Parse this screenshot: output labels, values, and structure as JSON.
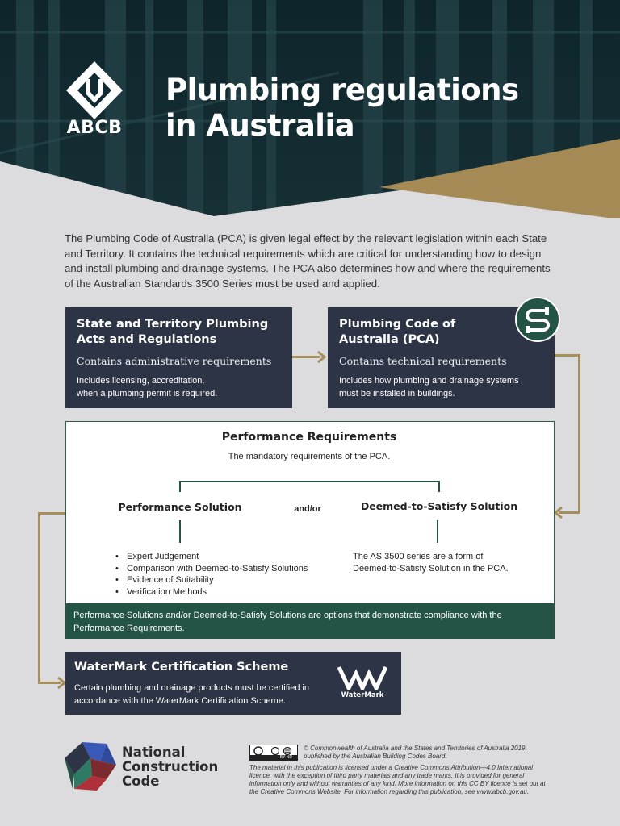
{
  "header": {
    "title_line1": "Plumbing regulations",
    "title_line2": "in Australia",
    "logo_text": "ABCB"
  },
  "intro": "The Plumbing Code of Australia (PCA) is given legal effect by the relevant legislation within each State and Territory. It contains the technical requirements which are critical for understanding how to design and install plumbing and drainage systems. The PCA also determines how and where the requirements of the Australian Standards 3500 Series must be used and applied.",
  "state_box": {
    "title_line1": "State and Territory Plumbing",
    "title_line2": "Acts and Regulations",
    "subtitle": "Contains administrative requirements",
    "body_line1": "Includes licensing, accreditation,",
    "body_line2": "when a plumbing permit is required."
  },
  "pca_box": {
    "title_line1": "Plumbing Code of",
    "title_line2": "Australia (PCA)",
    "subtitle": "Contains technical requirements",
    "body_line1": "Includes how plumbing and drainage systems",
    "body_line2": "must be installed in buildings."
  },
  "performance": {
    "title": "Performance Requirements",
    "subtitle": "The mandatory requirements of the PCA.",
    "left_label": "Performance Solution",
    "connector": "and/or",
    "right_label": "Deemed-to-Satisfy Solution",
    "bullets": [
      "Expert Judgement",
      "Comparison with Deemed-to-Satisfy Solutions",
      "Evidence of Suitability",
      "Verification Methods"
    ],
    "right_text_line1": "The AS 3500 series are a form of",
    "right_text_line2": "Deemed-to-Satisfy Solution in the PCA.",
    "footer_line1": "Performance Solutions and/or Deemed-to-Satisfy Solutions are options that demonstrate compliance with the",
    "footer_line2": "Performance Requirements."
  },
  "watermark": {
    "title": "WaterMark Certification Scheme",
    "body_line1": "Certain plumbing and drainage products must be certified in",
    "body_line2": "accordance with the WaterMark Certification Scheme.",
    "logo_label": "WaterMark"
  },
  "footer": {
    "ncc_line1": "National",
    "ncc_line2": "Construction",
    "ncc_line3": "Code",
    "copyright_line1": "© Commonwealth of Australia and the States and Territories of Australia 2019,",
    "copyright_line2": "published by the Australian Building Codes Board.",
    "license_text": "The material in this publication is licensed under a Creative Commons Attribution—4.0 International licence, with the exception of third party materials and any trade marks. It is provided for general information only and without warranties of any kind. More information on this CC BY licence is set out at the Creative Commons Website. For information regarding this publication, see www.abcb.gov.au.",
    "cc_badge": "BY   ND"
  },
  "colors": {
    "navy": "#2d3446",
    "green": "#245446",
    "gold": "#a78f5c",
    "background": "#dcdcde"
  }
}
